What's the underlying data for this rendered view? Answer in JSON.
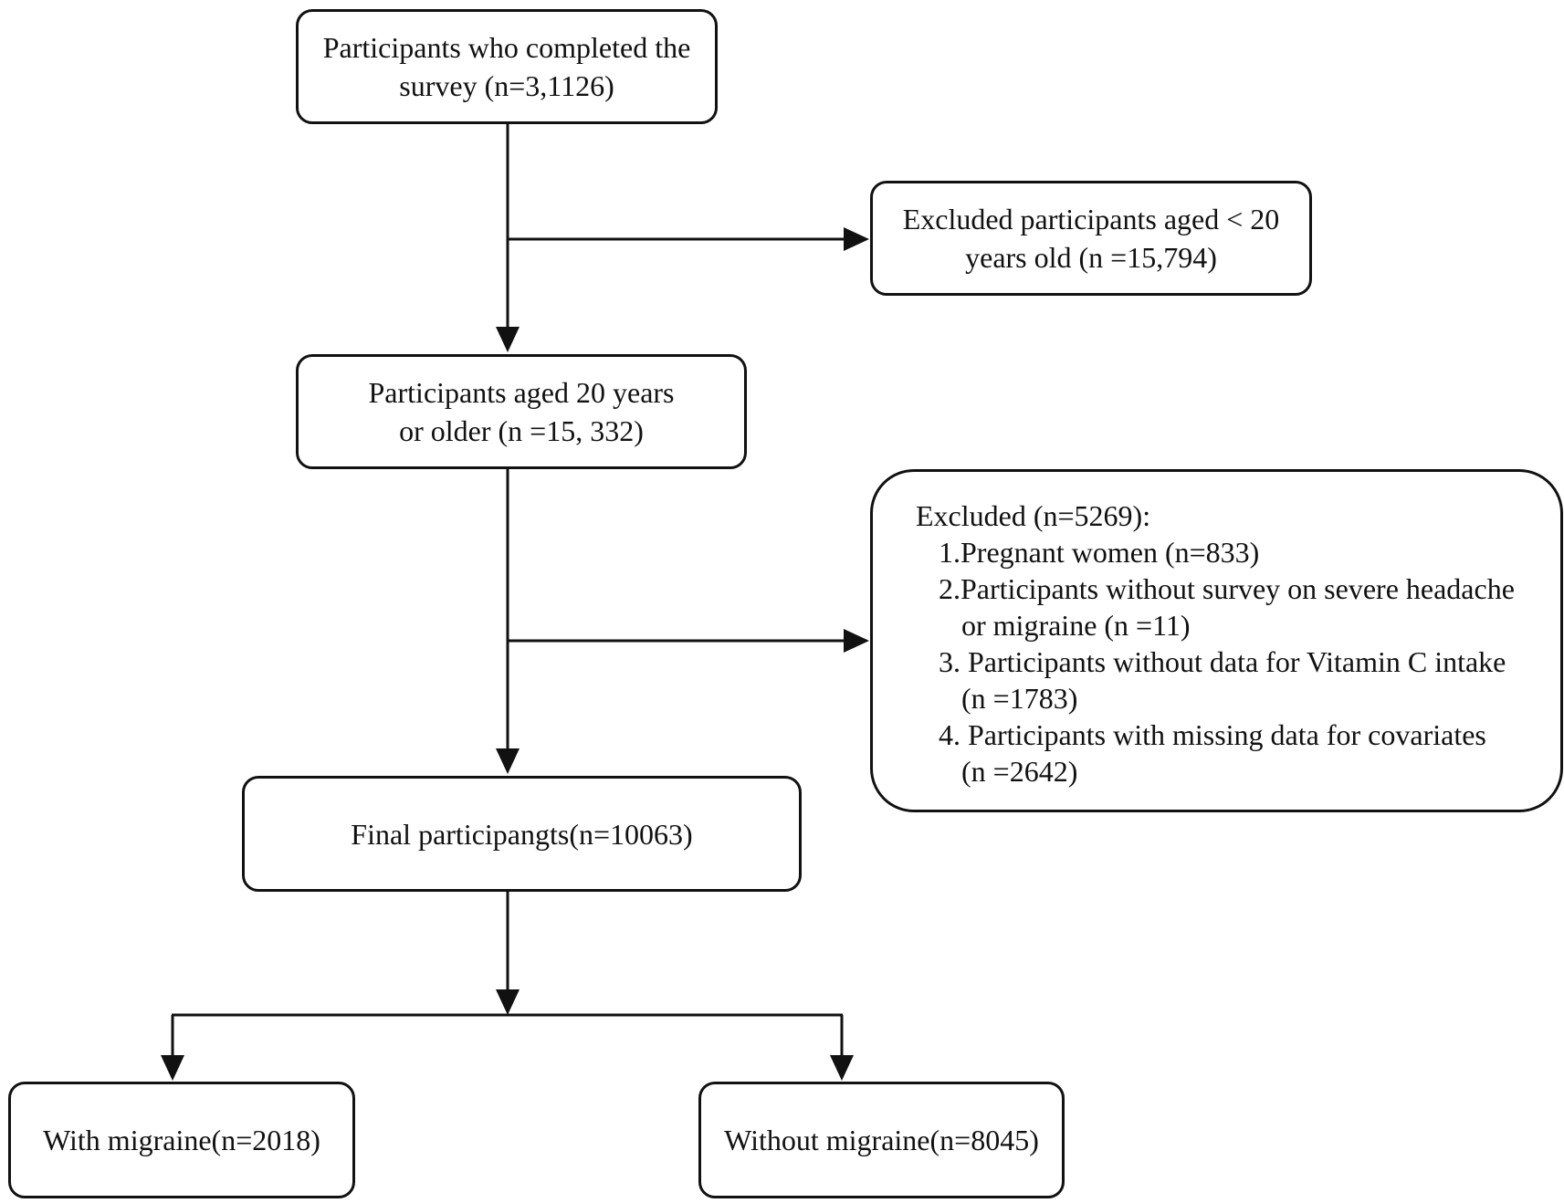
{
  "flowchart": {
    "start": {
      "line1": "Participants who completed the",
      "line2": "survey (n=3,1126)"
    },
    "exclude_age": {
      "line1": "Excluded participants aged < 20",
      "line2": "years old (n =15,794)"
    },
    "aged20": {
      "line1": "Participants aged 20 years",
      "line2": "or older (n =15, 332)"
    },
    "exclude_list": {
      "title": "Excluded (n=5269):",
      "items": [
        {
          "line1": "1.Pregnant women (n=833)",
          "line2": ""
        },
        {
          "line1": "2.Participants without survey on severe headache",
          "line2": "or migraine (n =11)"
        },
        {
          "line1": "3. Participants without data for Vitamin C intake",
          "line2": "(n =1783)"
        },
        {
          "line1": "4. Participants with missing data  for covariates",
          "line2": "(n =2642)"
        }
      ]
    },
    "final": {
      "label": "Final participangts(n=10063)"
    },
    "with_migraine": {
      "label": "With migraine(n=2018)"
    },
    "without_migraine": {
      "label": "Without migraine(n=8045)"
    }
  },
  "colors": {
    "stroke": "#111111",
    "background": "#ffffff",
    "text": "#111111"
  }
}
